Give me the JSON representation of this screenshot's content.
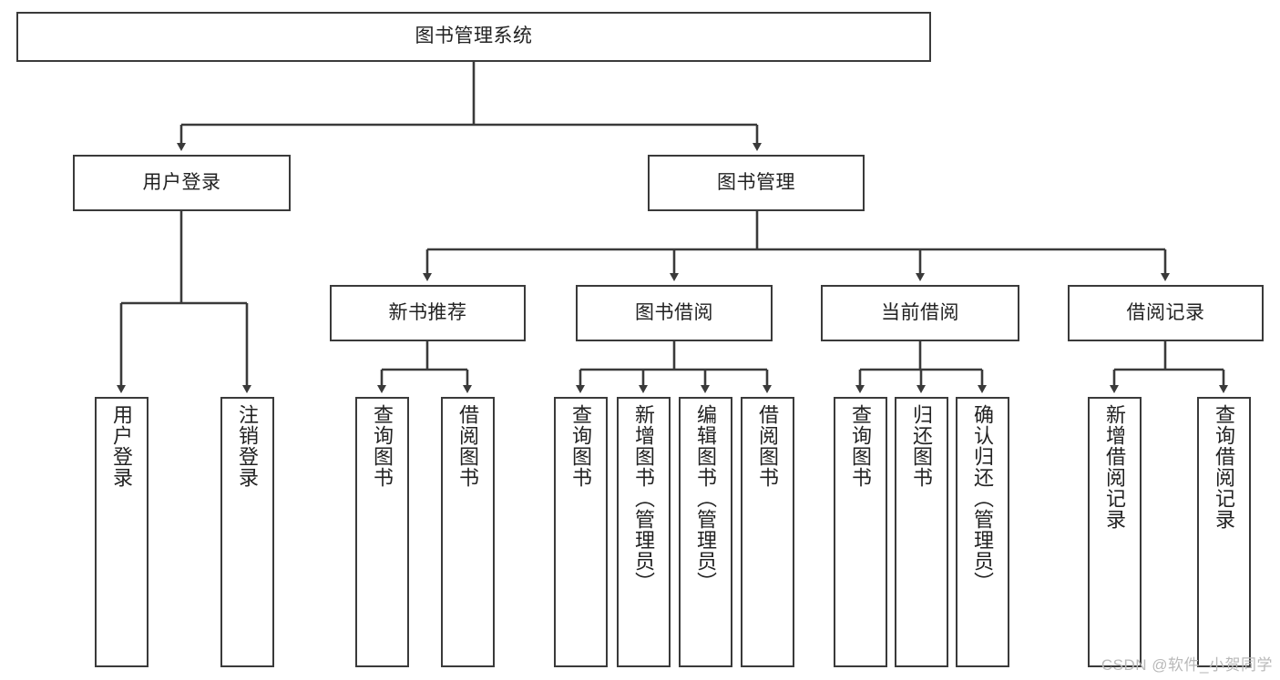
{
  "diagram": {
    "type": "tree-hierarchy",
    "title": "图书管理系统",
    "watermark": "CSDN @软件_小贺同学",
    "colors": {
      "box_border": "#3a3a3a",
      "connector": "#3a3a3a",
      "background": "#ffffff",
      "text": "#222222",
      "watermark": "#b9b9b9"
    },
    "levels": {
      "root": {
        "label": "图书管理系统"
      },
      "level2": [
        {
          "label": "用户登录"
        },
        {
          "label": "图书管理"
        }
      ],
      "level3": [
        {
          "label": "新书推荐"
        },
        {
          "label": "图书借阅"
        },
        {
          "label": "当前借阅"
        },
        {
          "label": "借阅记录"
        }
      ],
      "leaves": {
        "user_login": [
          {
            "label": "用户登录"
          },
          {
            "label": "注销登录"
          }
        ],
        "new_book_recommend": [
          {
            "label": "查询图书"
          },
          {
            "label": "借阅图书"
          }
        ],
        "book_borrow": [
          {
            "label": "查询图书"
          },
          {
            "label": "新增图书（管理员）"
          },
          {
            "label": "编辑图书（管理员）"
          },
          {
            "label": "借阅图书"
          }
        ],
        "current_borrow": [
          {
            "label": "查询图书"
          },
          {
            "label": "归还图书"
          },
          {
            "label": "确认归还（管理员）"
          }
        ],
        "borrow_record": [
          {
            "label": "新增借阅记录"
          },
          {
            "label": "查询借阅记录"
          }
        ]
      }
    },
    "edges": [
      {
        "from": "图书管理系统",
        "to": "用户登录"
      },
      {
        "from": "图书管理系统",
        "to": "图书管理"
      },
      {
        "from": "用户登录",
        "to": "用户登录"
      },
      {
        "from": "用户登录",
        "to": "注销登录"
      },
      {
        "from": "图书管理",
        "to": "新书推荐"
      },
      {
        "from": "图书管理",
        "to": "图书借阅"
      },
      {
        "from": "图书管理",
        "to": "当前借阅"
      },
      {
        "from": "图书管理",
        "to": "借阅记录"
      },
      {
        "from": "新书推荐",
        "to": "查询图书"
      },
      {
        "from": "新书推荐",
        "to": "借阅图书"
      },
      {
        "from": "图书借阅",
        "to": "查询图书"
      },
      {
        "from": "图书借阅",
        "to": "新增图书（管理员）"
      },
      {
        "from": "图书借阅",
        "to": "编辑图书（管理员）"
      },
      {
        "from": "图书借阅",
        "to": "借阅图书"
      },
      {
        "from": "当前借阅",
        "to": "查询图书"
      },
      {
        "from": "当前借阅",
        "to": "归还图书"
      },
      {
        "from": "当前借阅",
        "to": "确认归还（管理员）"
      },
      {
        "from": "借阅记录",
        "to": "新增借阅记录"
      },
      {
        "from": "借阅记录",
        "to": "查询借阅记录"
      }
    ]
  }
}
